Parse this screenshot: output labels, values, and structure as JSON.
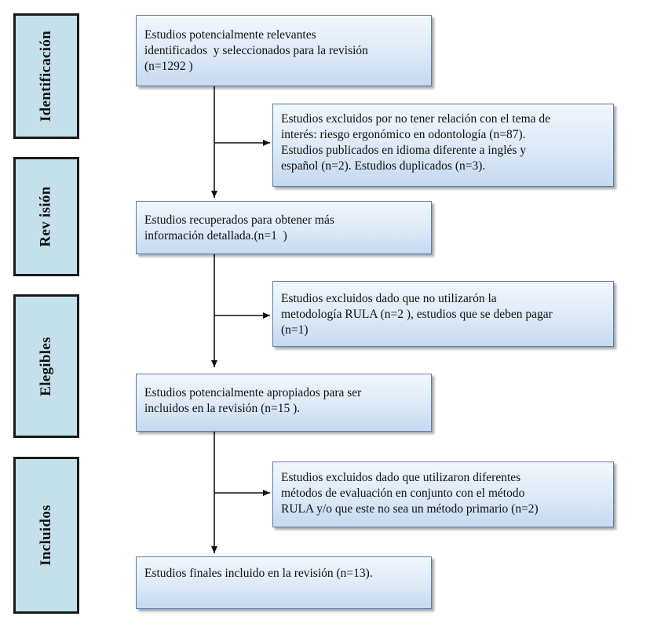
{
  "stages": [
    {
      "id": "identificacion",
      "label": "Identificación"
    },
    {
      "id": "revision",
      "label": "Rev isión"
    },
    {
      "id": "elegibles",
      "label": "Elegibles"
    },
    {
      "id": "incluidos",
      "label": "Incluidos"
    }
  ],
  "boxes": {
    "identified": {
      "lines": [
        "Estudios potencialmente relevantes",
        "identificados  y seleccionados para la revisión",
        "(n=1292 )"
      ]
    },
    "excluded_1": {
      "lines": [
        "Estudios excluidos por no tener relación con el tema de",
        "interés: riesgo ergonómico en odontología (n=87).",
        "Estudios publicados en idioma diferente a inglés y",
        "español (n=2). Estudios duplicados (n=3)."
      ]
    },
    "retrieved": {
      "lines": [
        "Estudios recuperados para obtener más",
        "información detallada.(n=1  )"
      ]
    },
    "excluded_2": {
      "lines": [
        "Estudios excluidos dado que no utilizarón la",
        "metodología RULA (n=2 ), estudios que se deben pagar",
        "(n=1)"
      ]
    },
    "eligible": {
      "lines": [
        "Estudios potencialmente apropiados para ser",
        "incluidos en la revisión (n=15 )."
      ]
    },
    "excluded_3": {
      "lines": [
        "Estudios excluidos dado que utilizaron diferentes",
        "métodos de evaluación en conjunto con el método",
        "RULA y/o que este no sea un método primario (n=2)"
      ]
    },
    "final": {
      "lines": [
        "Estudios finales incluido en la revisión (n=13)."
      ]
    }
  }
}
